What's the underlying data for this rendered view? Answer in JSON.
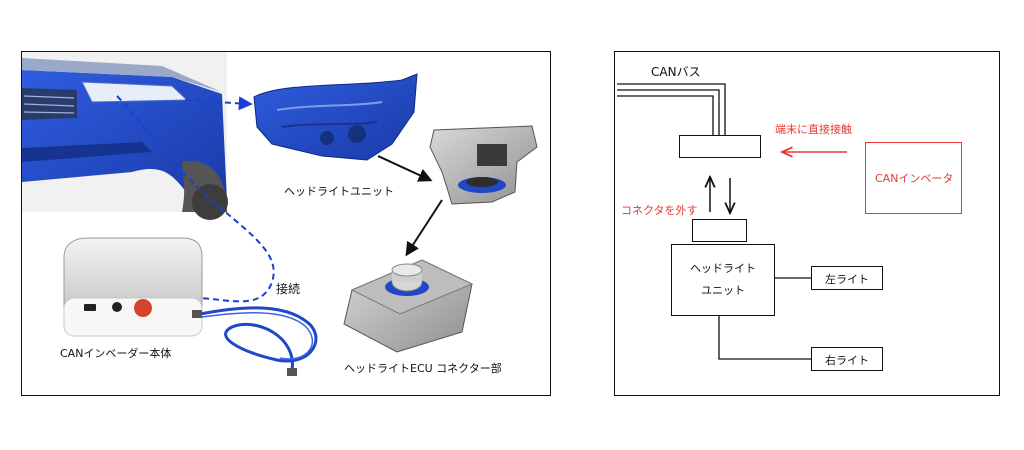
{
  "left": {
    "labels": {
      "headlight_unit": "ヘッドライトユニット",
      "connect": "接続",
      "can_inverter_body": "CANインベーダー本体",
      "ecu_connector": "ヘッドライトECU コネクター部"
    }
  },
  "right": {
    "can_bus": "CANバス",
    "direct_contact": "端末に直接接触",
    "can_inverter": "CANインベータ",
    "remove_connector": "コネクタを外す",
    "headlight_unit_line1": "ヘッドライト",
    "headlight_unit_line2": "ユニット",
    "left_light": "左ライト",
    "right_light": "右ライト"
  },
  "colors": {
    "accent_red": "#e53935",
    "car_blue": "#1f47c8",
    "dash_blue": "#1b3fd6"
  }
}
